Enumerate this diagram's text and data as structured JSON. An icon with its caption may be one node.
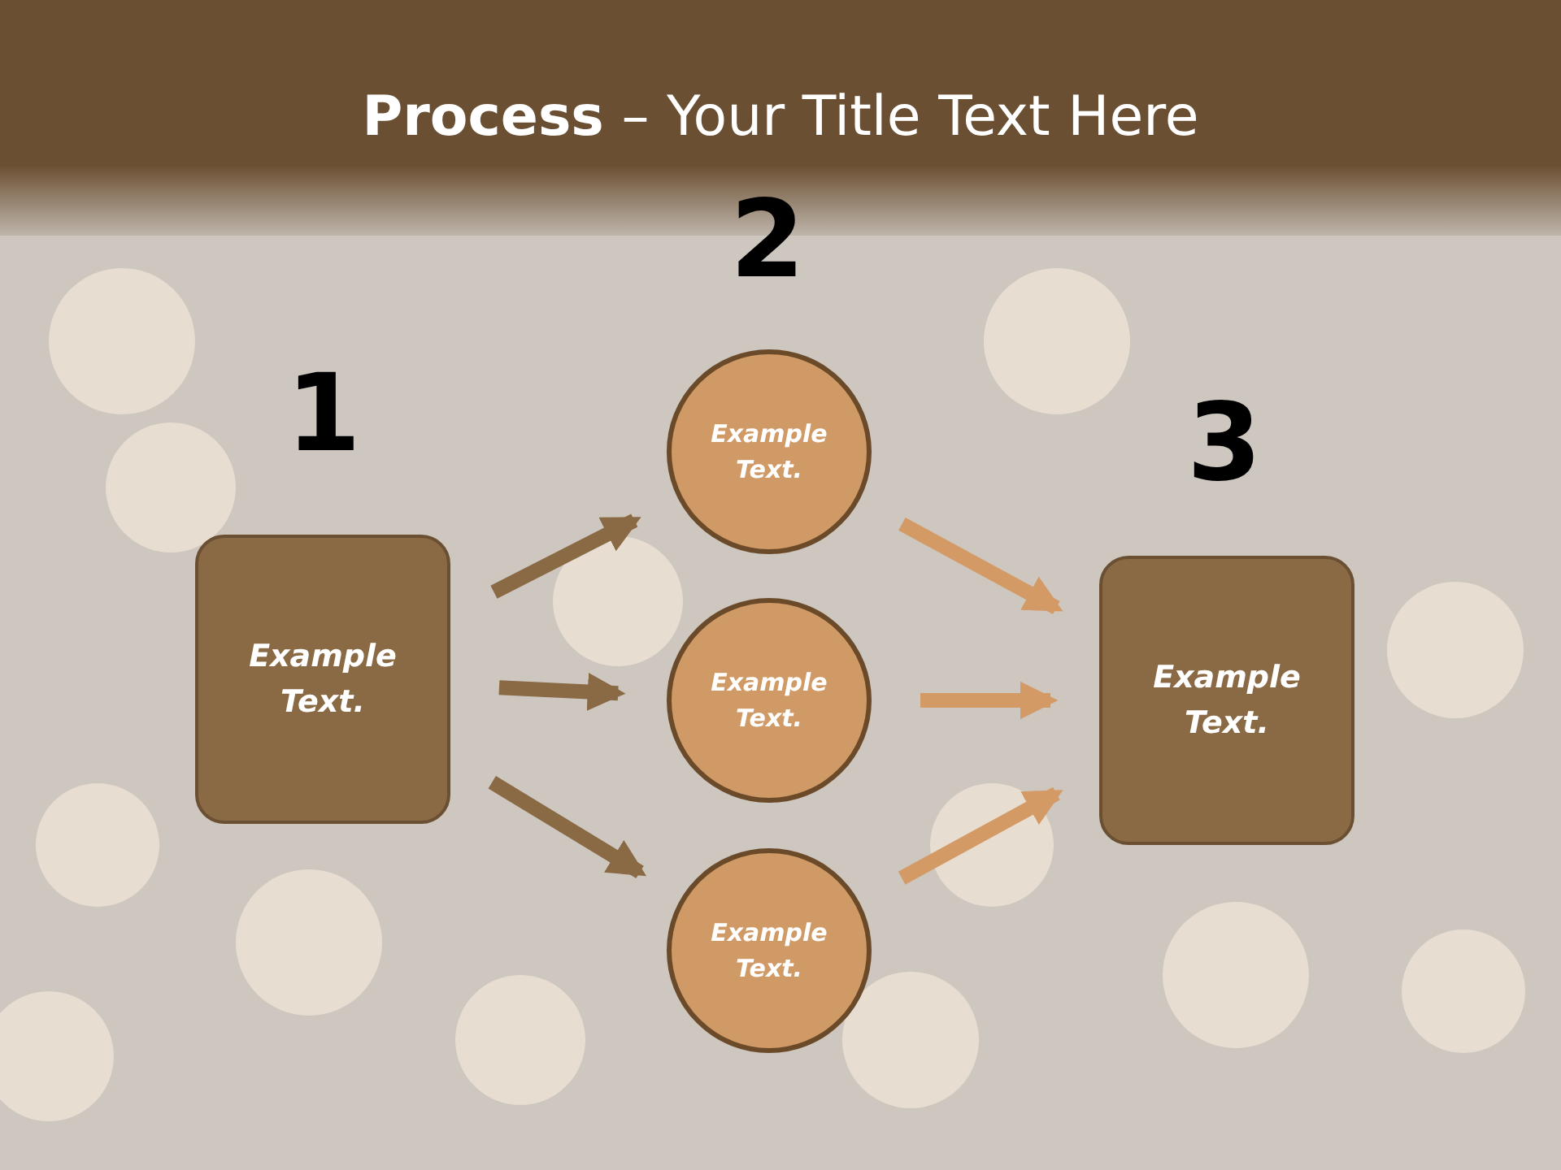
{
  "diagram": {
    "title": "**Process** – Your Title Text Here",
    "nodes": [
      {
        "text": [
          "Example Text."
        ]
      },
      {
        "text": [
          "Example Text."
        ]
      },
      {
        "text": [
          "Example Text."
        ]
      },
      {
        "text": [
          "Example Text."
        ]
      },
      {
        "text": [
          "Example Text."
        ]
      }
    ],
    "edges": [
      {
        "from": 0,
        "to": 1,
        "arrow": "to",
        "color": "#8a6a45"
      },
      {
        "from": 0,
        "to": 2,
        "arrow": "to",
        "color": "#8a6a45"
      },
      {
        "from": 0,
        "to": 3,
        "arrow": "to",
        "color": "#8a6a45"
      },
      {
        "from": 1,
        "to": 4,
        "arrow": "to",
        "color": "#d49a66"
      },
      {
        "from": 2,
        "to": 4,
        "arrow": "to",
        "color": "#d49a66"
      },
      {
        "from": 3,
        "to": 4,
        "arrow": "to",
        "color": "#d49a66"
      }
    ],
    "labels": [
      "1",
      "2",
      "3"
    ]
  }
}
